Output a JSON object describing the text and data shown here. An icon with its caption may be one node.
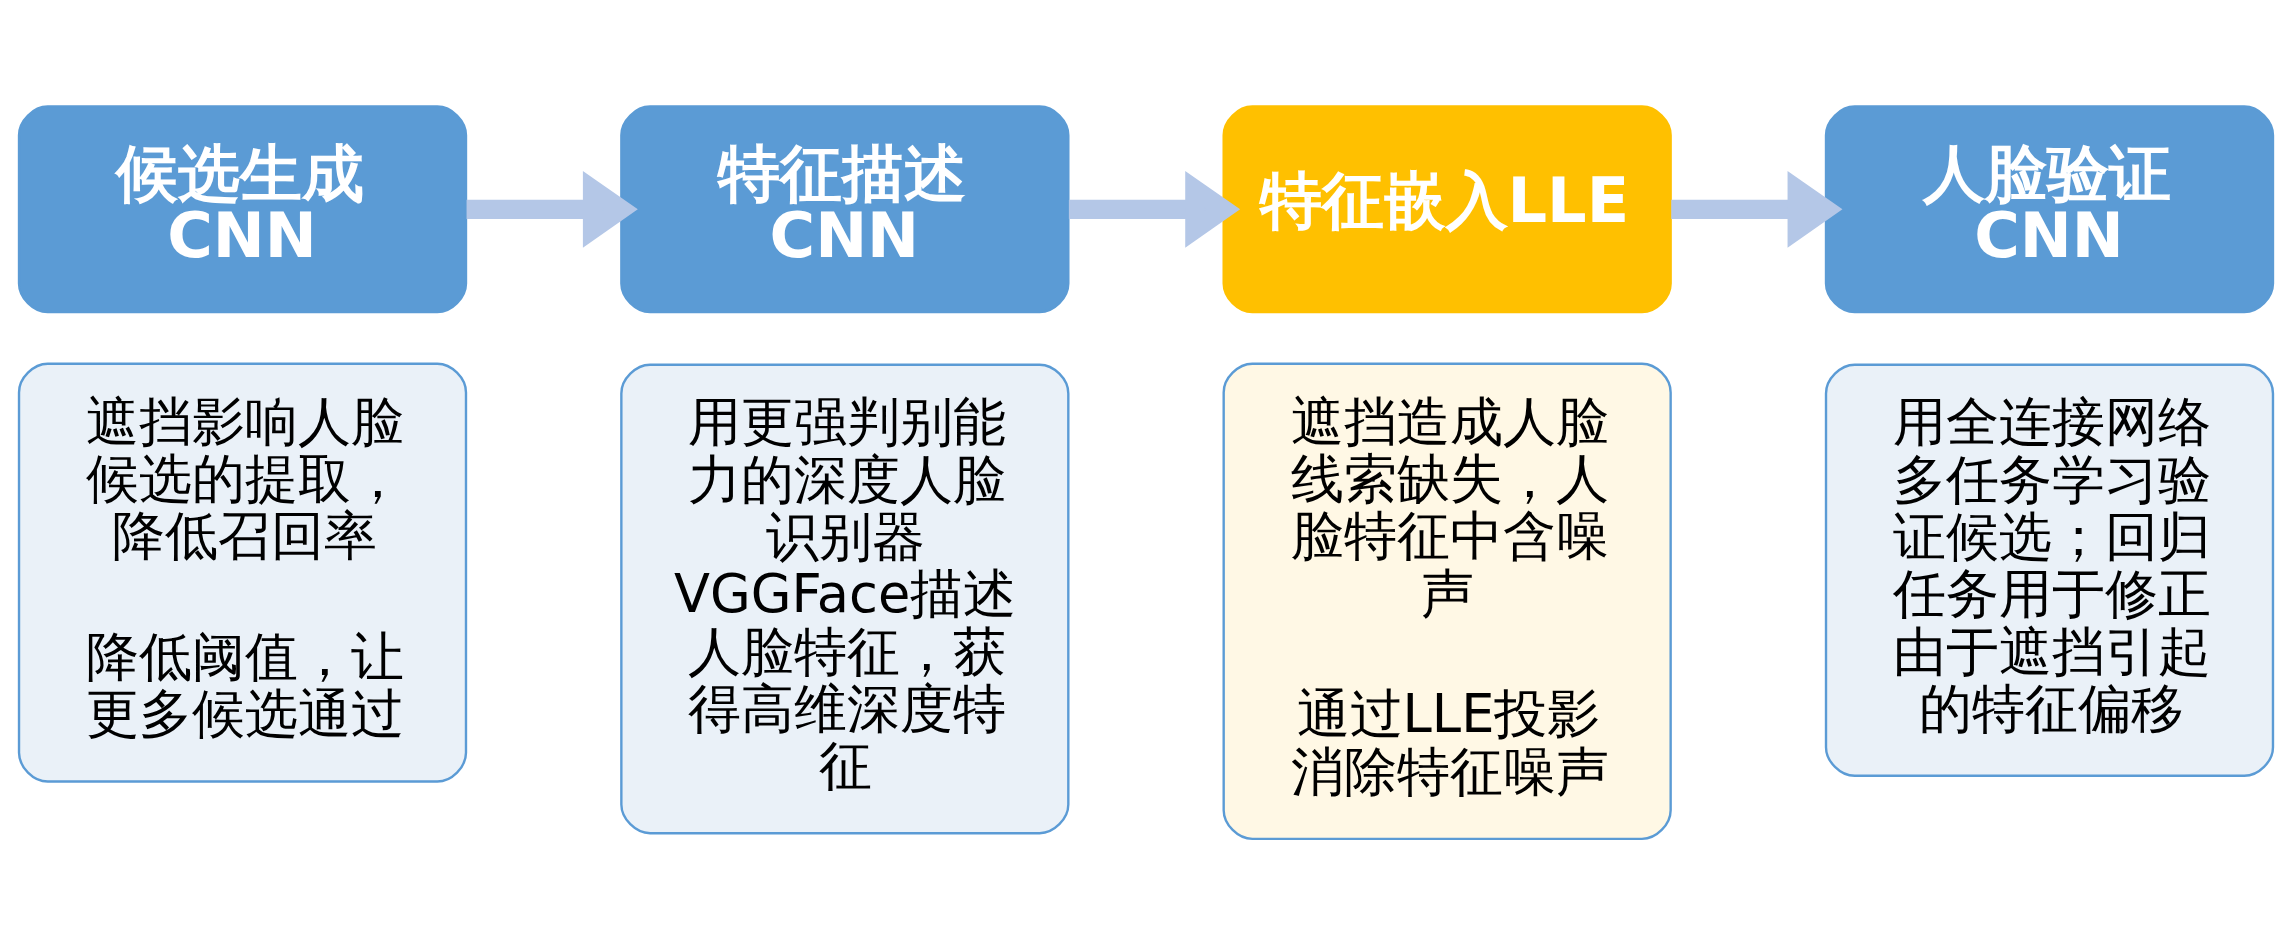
{
  "diagram": {
    "nodes": [
      {
        "text": [
          "候选生成 CNN"
        ]
      },
      {
        "text": [
          "遮挡影响人脸候选的提取，降低召回率",
          "降低阈值，让更多候选通过"
        ]
      },
      {
        "text": [
          "特征描述 CNN"
        ]
      },
      {
        "text": [
          "用更强判别能力的深度人脸识别器VGGFace描述人脸特征，获得高维深度特征"
        ]
      },
      {
        "text": [
          "特征嵌入LLE"
        ]
      },
      {
        "text": [
          "遮挡造成人脸线索缺失，人脸特征中含噪声",
          "通过LLE投影消除特征噪声"
        ]
      },
      {
        "text": [
          "人脸验证 CNN"
        ]
      },
      {
        "text": [
          "用全连接网络多任务学习验证候选；回归任务用于修正由于遮挡引起的特征偏移"
        ]
      }
    ],
    "edges": [
      {
        "from": 0,
        "to": 2,
        "arrow": "to"
      },
      {
        "from": 2,
        "to": 4,
        "arrow": "to"
      },
      {
        "from": 4,
        "to": 6,
        "arrow": "to"
      }
    ]
  }
}
